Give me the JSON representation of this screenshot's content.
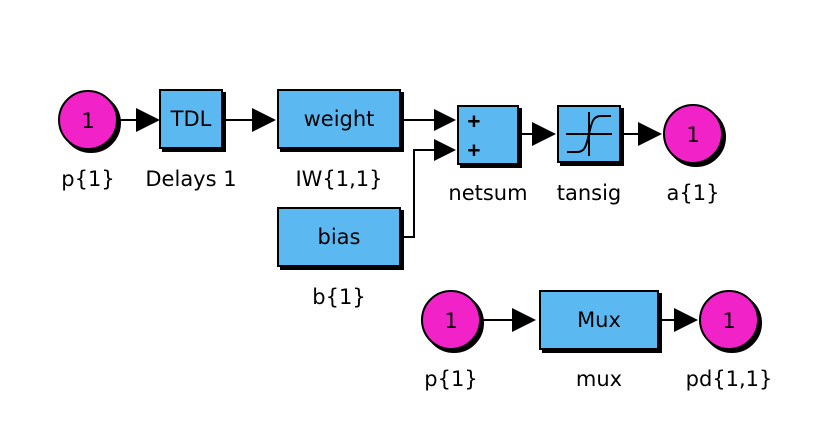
{
  "colors": {
    "block_fill": "#5BB8F0",
    "port_fill": "#F024C8",
    "line": "#000000",
    "background": "#FFFFFF"
  },
  "ports": {
    "input_p1": {
      "number": "1",
      "label": "p{1}"
    },
    "output_a1": {
      "number": "1",
      "label": "a{1}"
    },
    "input_p1_mux": {
      "number": "1",
      "label": "p{1}"
    },
    "output_pd11": {
      "number": "1",
      "label": "pd{1,1}"
    }
  },
  "blocks": {
    "tdl": {
      "text": "TDL",
      "label": "Delays 1"
    },
    "weight": {
      "text": "weight",
      "label": "IW{1,1}"
    },
    "bias": {
      "text": "bias",
      "label": "b{1}"
    },
    "netsum": {
      "signs": [
        "+",
        "+"
      ],
      "label": "netsum"
    },
    "tansig": {
      "icon": "tansig-curve-icon",
      "label": "tansig"
    },
    "mux": {
      "text": "Mux",
      "label": "mux"
    }
  }
}
